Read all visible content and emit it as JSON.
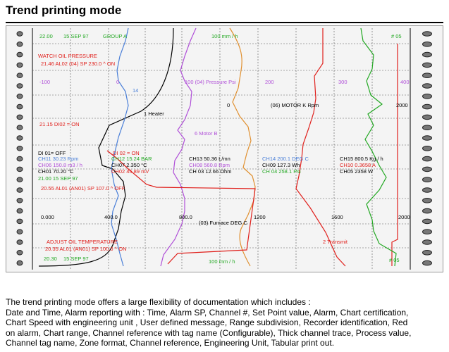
{
  "title": "Trend printing mode",
  "colors": {
    "red": "#e0201c",
    "green": "#22a822",
    "blue": "#4a7fd8",
    "purple": "#b050d8",
    "orange": "#e09030",
    "black": "#000000"
  },
  "chart": {
    "top_header": {
      "time": "22.00",
      "date": "15 SEP 97",
      "group": "GROUP A",
      "speed": "100 mm / h",
      "group_no": "# 05"
    },
    "alarm1": {
      "title": "WATCH  OIL PRESSURE",
      "line": "21.46  AL02   (04)    SP  230.0      ^ ON"
    },
    "range_line": {
      "left": "-100",
      "mid": "0",
      "pressure": "100 (04)  Pressure   Psi",
      "v200": "200",
      "v300": "300",
      "v400": "400"
    },
    "motor_line": {
      "text": "(06)     MOTOR  K      Rpm",
      "right": "2000"
    },
    "heater": "1 Heater",
    "di02_on": "21.15   DI02 = ON",
    "num14": "14",
    "motor_b": "6  Motor B",
    "di01": "DI 01= OFF",
    "di02b": "DI 02 = ON",
    "rows": [
      [
        {
          "t": "CH11  30.23 Rpm",
          "c": "blue"
        },
        {
          "t": "CH12  15.24  BAR",
          "c": "green"
        },
        {
          "t": "CH13  50.36  L/mn",
          "c": "black"
        },
        {
          "t": "CH14  200.1 DEG C",
          "c": "blue"
        },
        {
          "t": "CH15  800.5 Kg / h",
          "c": "black"
        }
      ],
      [
        {
          "t": "CH06  150.8  m3 / h",
          "c": "purple"
        },
        {
          "t": "CH07  2.350  °C",
          "c": "black"
        },
        {
          "t": "CH08  560.8  Rpm",
          "c": "purple"
        },
        {
          "t": "CH09  127.3  Wh",
          "c": "black"
        },
        {
          "t": "CH10  0.3658  A",
          "c": "red"
        }
      ],
      [
        {
          "t": "CH01  70.20  °C",
          "c": "black"
        },
        {
          "t": "CH02  45.89  mV",
          "c": "red"
        },
        {
          "t": "CH 03  12.66  Ohm",
          "c": "black"
        },
        {
          "t": "CH 04  258.1  Psi",
          "c": "green"
        },
        {
          "t": "CH05  2358  W",
          "c": "black"
        }
      ]
    ],
    "time2": "21.00   15 SEP 97",
    "alarm2": "20.55    AL01  (AN01)  SP 107.0   ^ OFF",
    "scale2": {
      "v0": "0.000",
      "v400": "400.0",
      "v800": "800.0",
      "v1200": "1200",
      "v1600": "1600",
      "v2000": "2000"
    },
    "furnace": "(03)  Furnace  DEG  C",
    "transmit": "2 Transmit",
    "alarm3": {
      "title": "ADJUST  OIL  TEMPERATURE",
      "line": "20.35  AL01  (AN01)   SP 100.0    ^  ON"
    },
    "bottom_header": {
      "time": "20.30",
      "date": "15 SEP 97",
      "speed": "100 mm / h",
      "group_no": "# 05"
    }
  },
  "description": [
    "The trend printing mode offers a large flexibility of documentation which includes :",
    "Date and Time, Alarm reporting with : Time, Alarm SP, Channel #, Set Point value, Alarm, Chart certification,",
    "Chart Speed with engineering unit , User defined message, Range subdivision, Recorder identification, Red",
    "on alarm, Chart range, Channel reference with tag name (Configurable), Thick channel trace, Process value,",
    "Channel tag name, Zone format, Channel reference, Engineering Unit, Tabular print out."
  ]
}
